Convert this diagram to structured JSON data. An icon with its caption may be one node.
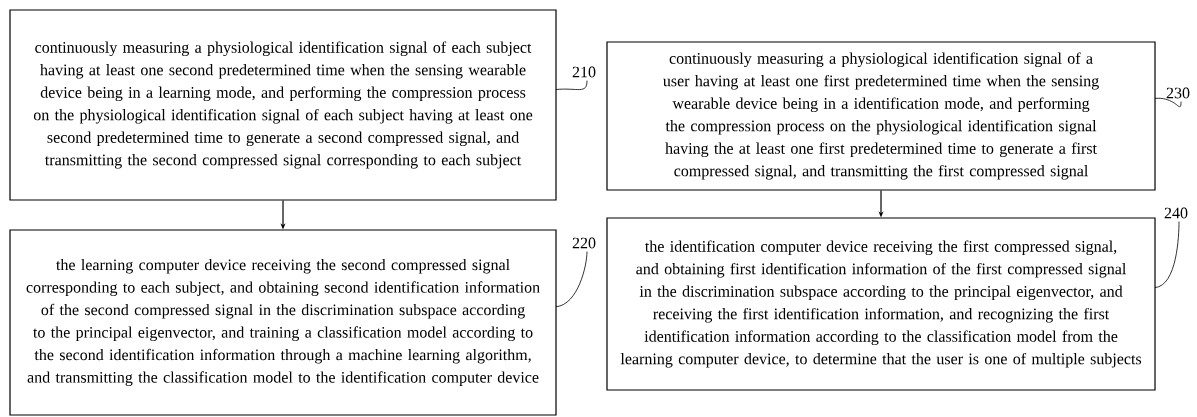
{
  "diagram": {
    "nodes": [
      {
        "text": [
          "continuously measuring a physiological identification signal of each subject having at least one second predetermined time when the sensing wearable device being in a learning mode, and performing the compression process on the physiological identification signal of each subject having at least one second predetermined time to generate a second compressed signal, and transmitting the second compressed signal corresponding to each subject"
        ]
      },
      {
        "text": [
          "the learning computer device receiving the second compressed signal corresponding to each subject, and obtaining second identification information of the second compressed signal in the discrimination subspace according to the principal eigenvector, and training a classification model according to the second identification information through a machine learning algorithm, and transmitting the classification model to the identification computer device"
        ]
      },
      {
        "text": [
          "continuously measuring a physiological identification signal of a user having at least one first predetermined time when the sensing wearable device being in a identification mode, and performing the compression process on the physiological identification signal having the at least one first predetermined time to generate a first compressed signal, and transmitting the first compressed signal"
        ]
      },
      {
        "text": [
          "the identification computer device receiving the first compressed signal, and obtaining first identification information of the first compressed signal in the discrimination subspace according to the principal eigenvector, and receiving the first identification information, and recognizing the first identification information according to the classification model from the learning computer device, to determine that the user is one of multiple subjects"
        ]
      },
      {
        "text": [
          "210"
        ]
      },
      {
        "text": [
          "220"
        ]
      },
      {
        "text": [
          "230"
        ]
      },
      {
        "text": [
          "240"
        ]
      }
    ],
    "edges": [
      {
        "from": 0,
        "to": 1,
        "arrow": "to"
      },
      {
        "from": 2,
        "to": 3,
        "arrow": "to"
      },
      {
        "from": 4,
        "to": 0,
        "arrow": "none"
      },
      {
        "from": 5,
        "to": 1,
        "arrow": "none"
      },
      {
        "from": 6,
        "to": 2,
        "arrow": "none"
      },
      {
        "from": 7,
        "to": 3,
        "arrow": "none"
      }
    ]
  }
}
